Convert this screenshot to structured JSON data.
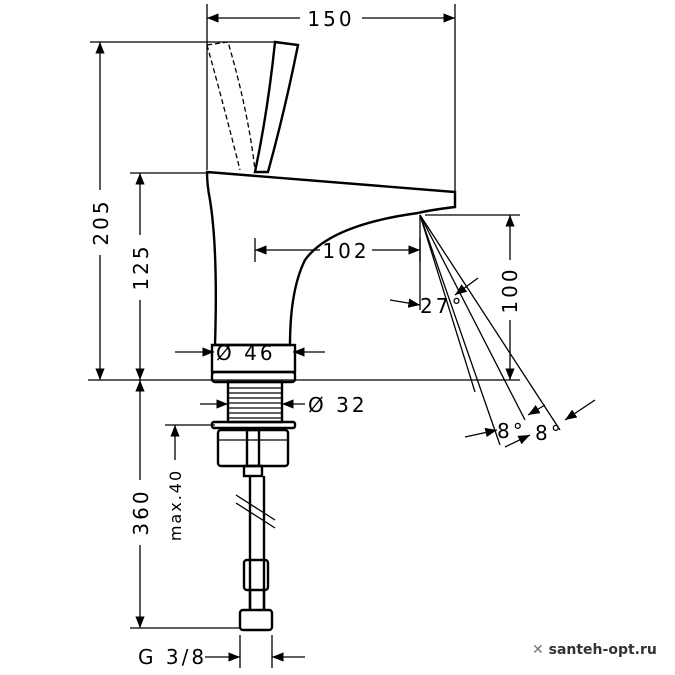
{
  "dimensions": {
    "width_total": "150",
    "height_total": "205",
    "height_spout": "125",
    "spout_reach": "102",
    "spout_height": "100",
    "spray_angle": "27°",
    "base_diameter": "Ø 46",
    "shank_diameter": "Ø 32",
    "hose_length": "360",
    "max_thickness": "max.40",
    "angle_a": "8°",
    "angle_b": "8°",
    "connection": "G 3/8"
  },
  "watermark": {
    "text": "santeh-opt.ru",
    "icon": "cross-icon"
  }
}
